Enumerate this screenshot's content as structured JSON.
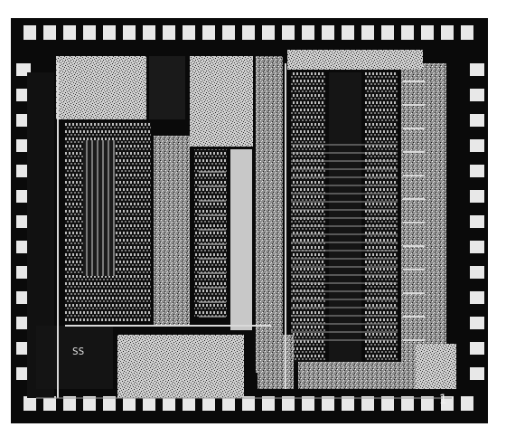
{
  "image": {
    "subject": "die-photo",
    "style": "monochrome",
    "annotations": {
      "corner_label": "1",
      "chip_marking": "SS"
    },
    "colors": {
      "background": "#ffffff",
      "die": "#0a0a0a",
      "metal_light": "#d9d9d9",
      "metal_mid": "#9a9a9a",
      "pad": "#e8e8e8"
    }
  }
}
